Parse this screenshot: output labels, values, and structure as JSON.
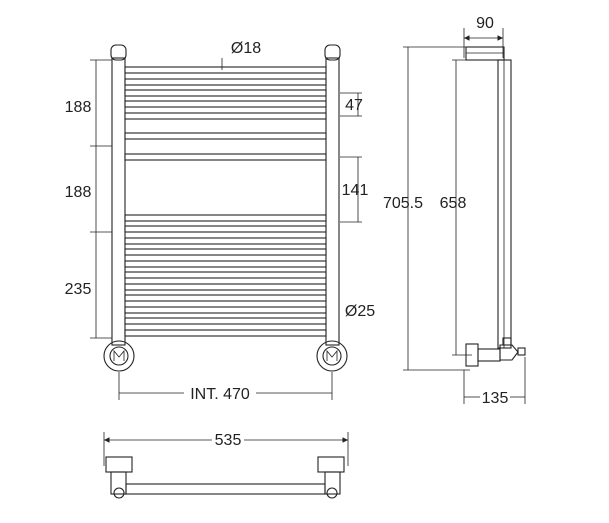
{
  "labels": {
    "tube_diameter": "Ø18",
    "upper_section": "188",
    "middle_section": "188",
    "lower_section": "235",
    "top_gap": "47",
    "middle_gap": "141",
    "column_diameter": "Ø25",
    "interaxis": "INT. 470",
    "total_height": "705.5",
    "axis_height": "658",
    "wall_depth": "90",
    "projection": "135",
    "total_width": "535"
  }
}
